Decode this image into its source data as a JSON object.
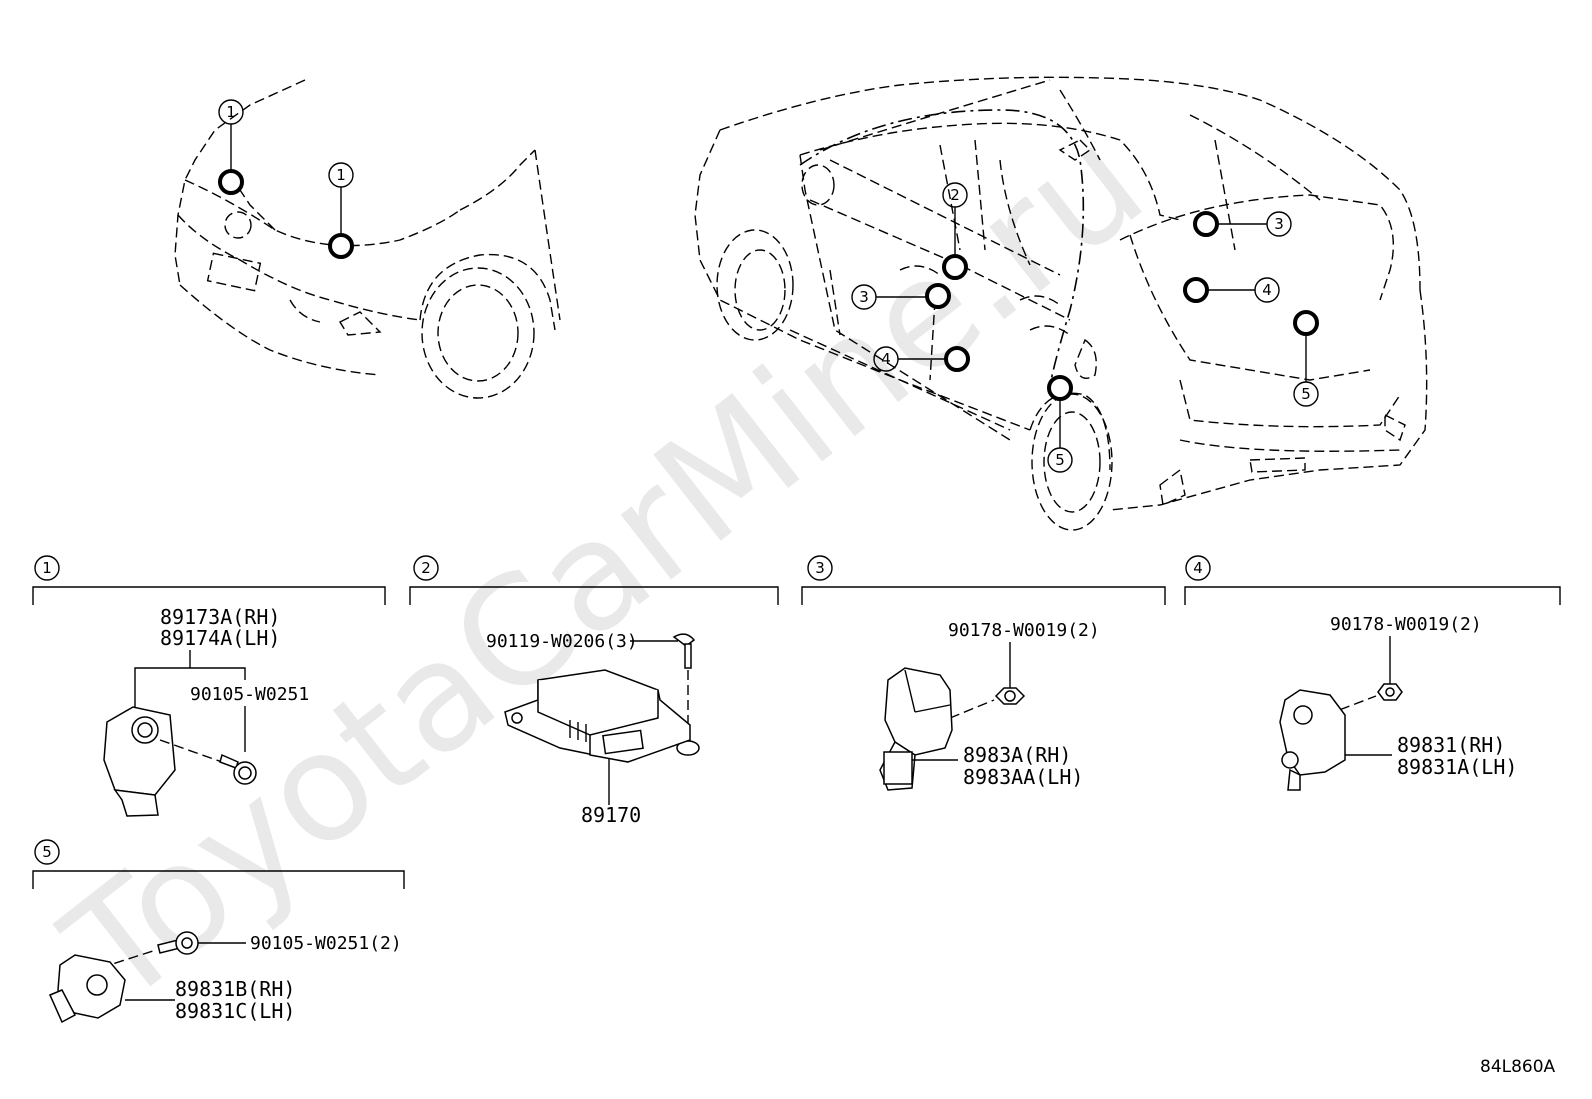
{
  "watermark": "ToyotaCarMine.ru",
  "diagram_code": "84L860A",
  "callouts": [
    "1",
    "2",
    "3",
    "4",
    "5"
  ],
  "groups": [
    {
      "number": "1",
      "parts": [
        "89173A(RH)",
        "89174A(LH)",
        "90105-W0251"
      ]
    },
    {
      "number": "2",
      "parts": [
        "90119-W0206(3)",
        "89170"
      ]
    },
    {
      "number": "3",
      "parts": [
        "90178-W0019(2)",
        "8983A(RH)",
        "8983AA(LH)"
      ]
    },
    {
      "number": "4",
      "parts": [
        "90178-W0019(2)",
        "89831(RH)",
        "89831A(LH)"
      ]
    },
    {
      "number": "5",
      "parts": [
        "90105-W0251(2)",
        "89831B(RH)",
        "89831C(LH)"
      ]
    }
  ]
}
